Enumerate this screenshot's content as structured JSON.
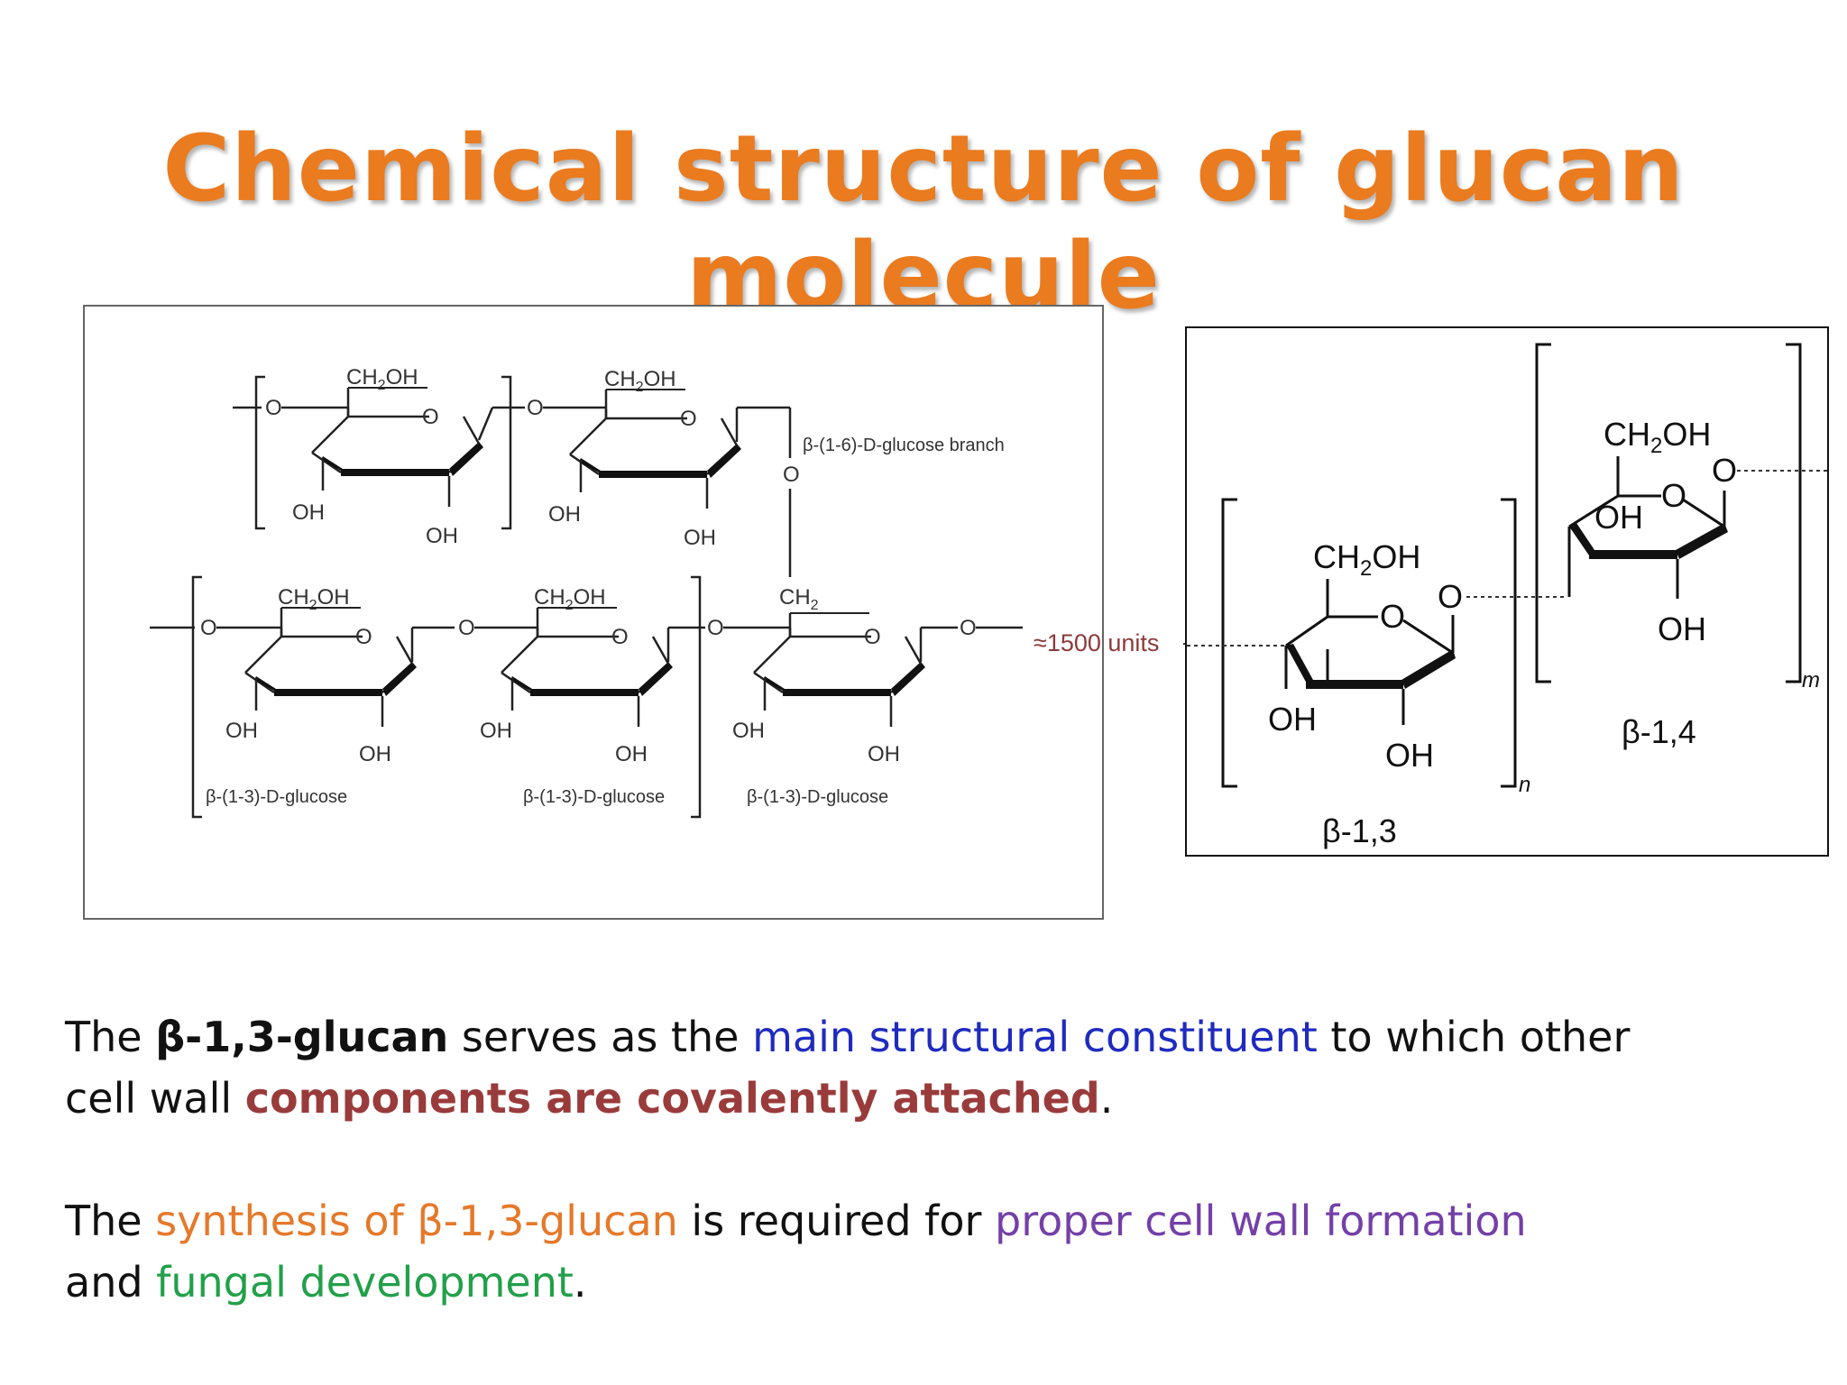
{
  "slide": {
    "title": "Chemical structure of glucan molecule"
  },
  "left_figure": {
    "ch2oh": "CH",
    "ch2oh_sub": "2",
    "ch2oh_end": "OH",
    "oh": "OH",
    "o": "O",
    "ch2": "CH",
    "ch2_sub": "2",
    "branch_label": "β-(1-6)-D-glucose branch",
    "glucose_label": "β-(1-3)-D-glucose"
  },
  "right_figure": {
    "ch2oh": "CH",
    "ch2oh_sub": "2",
    "ch2oh_end": "OH",
    "oh": "OH",
    "o": "O",
    "n": "n",
    "m": "m",
    "beta13": "β-1,3",
    "beta14": "β-1,4"
  },
  "units_label": "≈1500 units",
  "paragraph1": {
    "t1": "The ",
    "t2": "β-1,3-glucan",
    "t3": " serves as the ",
    "t4": "main structural constituent",
    "t5": " to which other",
    "t6": "cell wall ",
    "t7": "components are covalently attached",
    "t8": "."
  },
  "paragraph2": {
    "t1": "The ",
    "t2": "synthesis of β-1,3-glucan",
    "t3": " is required for ",
    "t4": "proper cell wall formation",
    "t5": "and ",
    "t6": "fungal development",
    "t7": "."
  },
  "colors": {
    "title": "#ea7b1f",
    "blue": "#1f2bbf",
    "brown": "#9a3b3b",
    "orange": "#e5792a",
    "purple": "#7440a8",
    "green": "#22a04a"
  }
}
